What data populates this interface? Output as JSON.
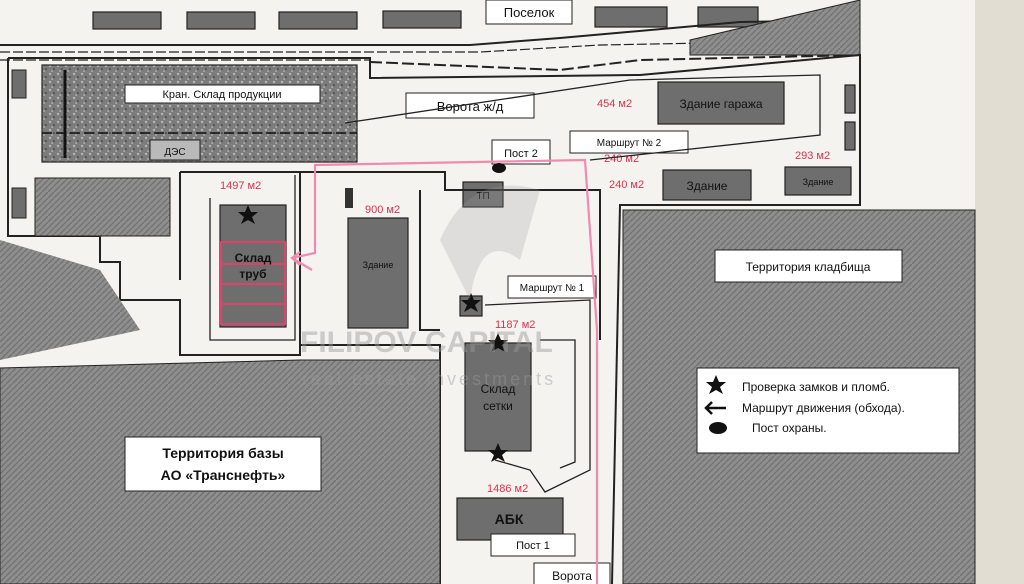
{
  "labels": {
    "poselok": "Поселок",
    "kran_sklad": "Кран. Склад продукции",
    "des": "ДЭС",
    "vorota_zd": "Ворота ж/д",
    "zdanie_garazha": "Здание гаража",
    "marshrut2": "Маршрут № 2",
    "post2": "Пост 2",
    "tp": "ТП",
    "zdanie1": "Здание",
    "zdanie2": "Здание",
    "zdanie3": "Здание",
    "territoriya_kladbishcha": "Территория кладбища",
    "marshrut1": "Маршрут № 1",
    "sklad_trub_1": "Склад",
    "sklad_trub_2": "труб",
    "sklad_setki_1": "Склад",
    "sklad_setki_2": "сетки",
    "territoriya_bazy_1": "Территория базы",
    "territoriya_bazy_2": "АО «Транснефть»",
    "abk": "АБК",
    "post1": "Пост 1",
    "vorota": "Ворота"
  },
  "areas": {
    "a454": "454 м2",
    "a240_top": "240 м2",
    "a240": "240 м2",
    "a293": "293 м2",
    "a1497": "1497 м2",
    "a900": "900 м2",
    "a1187": "1187 м2",
    "a1486": "1486 м2"
  },
  "legend": {
    "items": [
      {
        "icon": "star-icon",
        "text": "Проверка замков и пломб."
      },
      {
        "icon": "arrow-left-icon",
        "text": "Маршрут движения (обхода)."
      },
      {
        "icon": "guard-post-icon",
        "text": "Пост охраны."
      }
    ]
  },
  "watermark": {
    "line1": "FILIPOV CAPITAL",
    "line2": "real estate investments"
  },
  "colors": {
    "building": "#6e6e6e",
    "route_pink": "#f08ab0",
    "area_red": "#d8324a"
  }
}
